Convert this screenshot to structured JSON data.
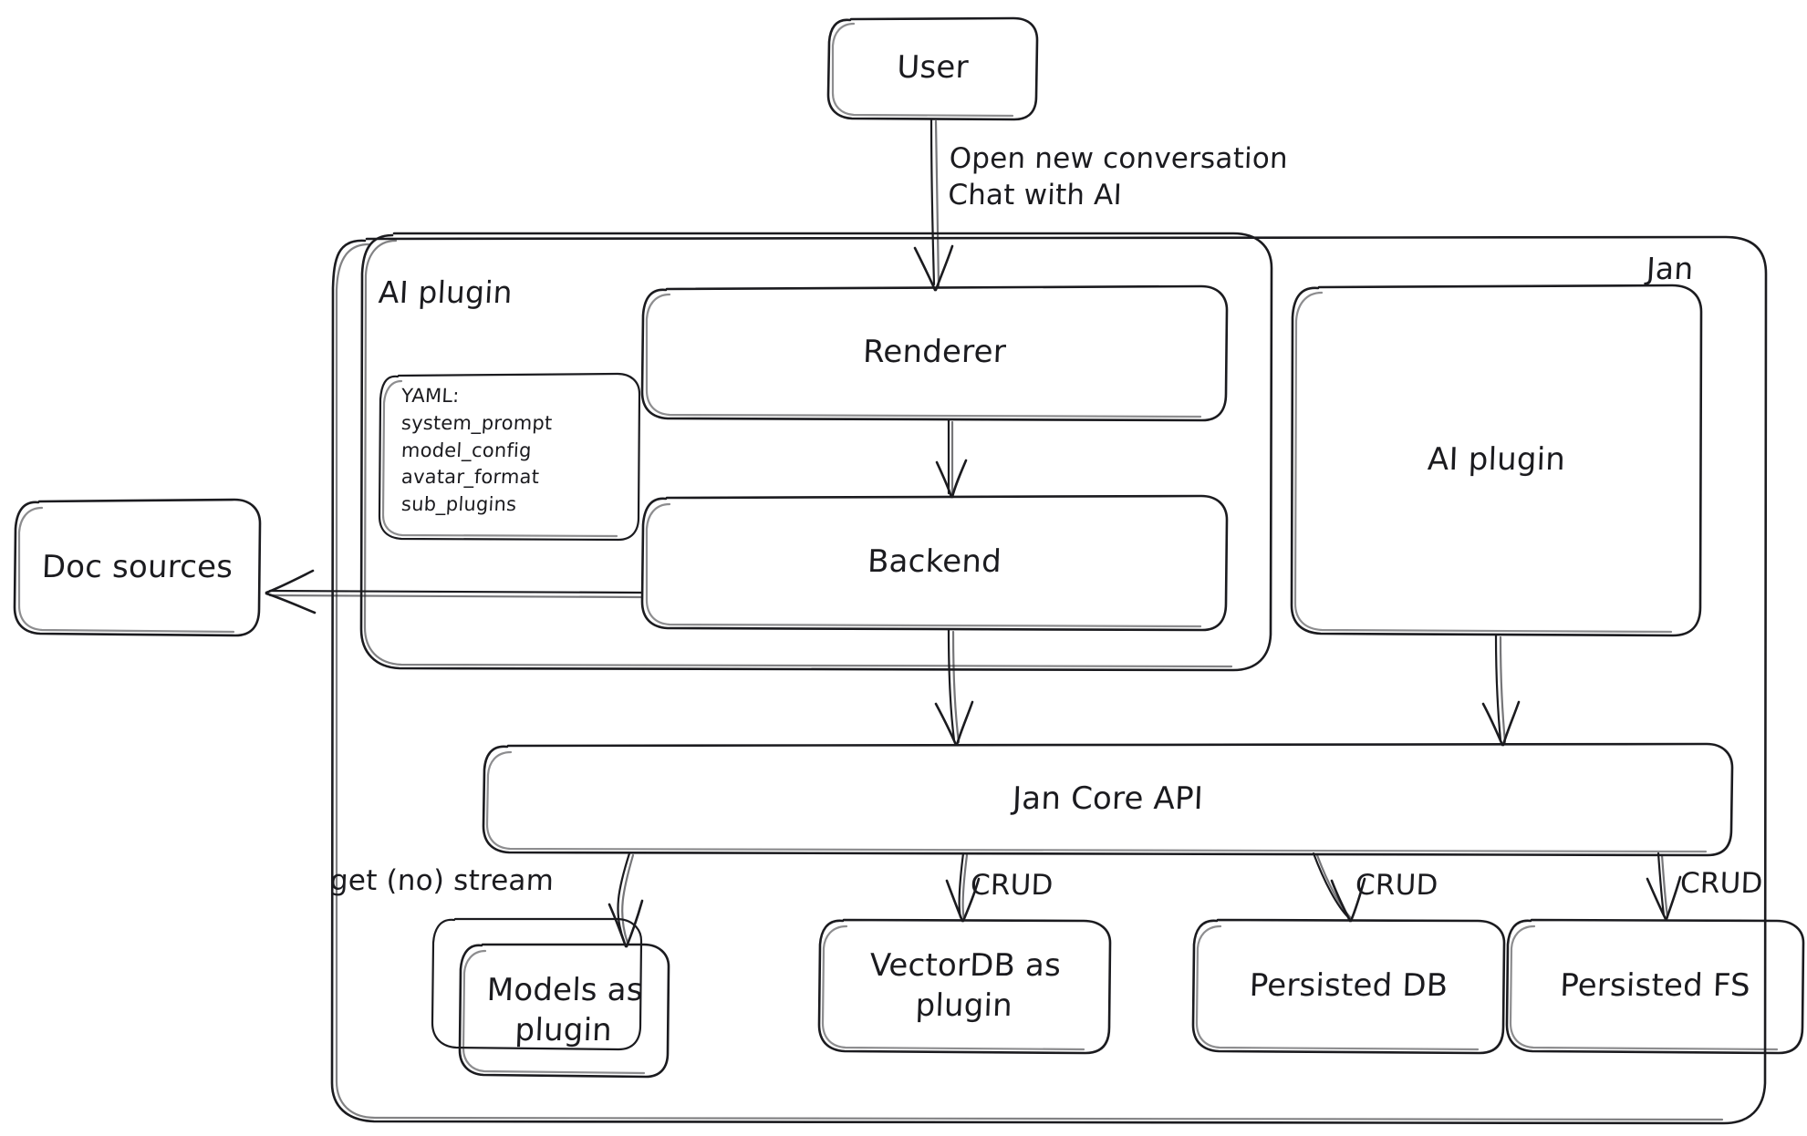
{
  "diagram": {
    "title": "Jan architecture diagram",
    "style": "hand-drawn",
    "background_color": "#ffffff",
    "stroke_color": "#1b1b1f"
  },
  "containers": {
    "jan": {
      "label": "Jan"
    },
    "ai_plugin_group": {
      "label": "AI plugin"
    }
  },
  "nodes": {
    "user": {
      "label": "User"
    },
    "renderer": {
      "label": "Renderer"
    },
    "backend": {
      "label": "Backend"
    },
    "ai_plugin": {
      "label": "AI plugin"
    },
    "doc_sources": {
      "label": "Doc sources"
    },
    "jan_core_api": {
      "label": "Jan Core API"
    },
    "models_as_plugin": {
      "label": "Models as\nplugin"
    },
    "vectordb_as_plugin": {
      "label": "VectorDB as\nplugin"
    },
    "persisted_db": {
      "label": "Persisted DB"
    },
    "persisted_fs": {
      "label": "Persisted FS"
    }
  },
  "yaml_card": {
    "heading": "YAML:",
    "entries": [
      "system_prompt",
      "model_config",
      "avatar_format",
      "sub_plugins"
    ]
  },
  "edge_labels": {
    "user_to_renderer": "Open new conversation\nChat with AI",
    "core_to_models": "get (no) stream",
    "core_to_vectordb": "CRUD",
    "core_to_db": "CRUD",
    "core_to_fs": "CRUD"
  }
}
